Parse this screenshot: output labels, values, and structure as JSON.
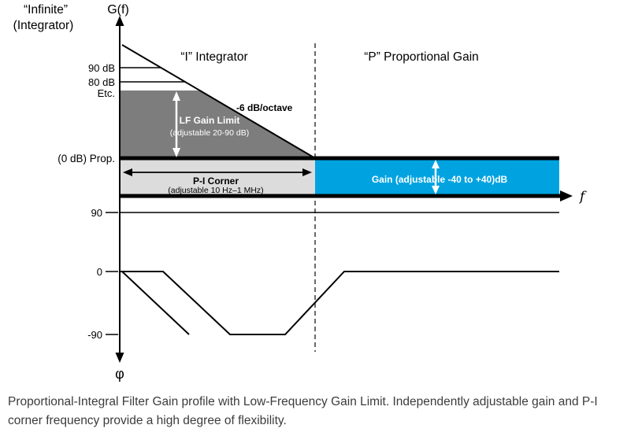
{
  "figure": {
    "axis": {
      "gain_label": "G(f)",
      "phase_label": "φ",
      "frequency_label": "f"
    },
    "infinite": {
      "line1": "“Infinite”",
      "line2": "(Integrator)"
    },
    "gain_ticks": {
      "db90": "90 dB",
      "db80": "80 dB",
      "etc": "Etc.",
      "prop": "(0 dB) Prop."
    },
    "phase_ticks": {
      "plus90": "90",
      "zero": "0",
      "minus90": "-90"
    },
    "headers": {
      "integrator": "“I” Integrator",
      "proportional": "“P” Proportional Gain"
    },
    "slope_label": "-6 dB/octave",
    "lf_gain_limit": {
      "title": "LF Gain Limit",
      "subtitle": "(adjustable 20-90 dB)"
    },
    "pi_corner": {
      "title": "P-I Corner",
      "subtitle": "(adjustable 10 Hz–1 MHz)"
    },
    "gain_label": "Gain (adjustable -40 to +40)dB",
    "colors": {
      "lf_region": "#7d7d7d",
      "pi_region": "#dcdcdc",
      "gain_region": "#00a3e0"
    }
  },
  "caption": "Proportional-Integral Filter Gain profile with Low-Frequency Gain Limit.  Independently adjustable gain and P-I corner frequency provide a high degree of flexibility."
}
